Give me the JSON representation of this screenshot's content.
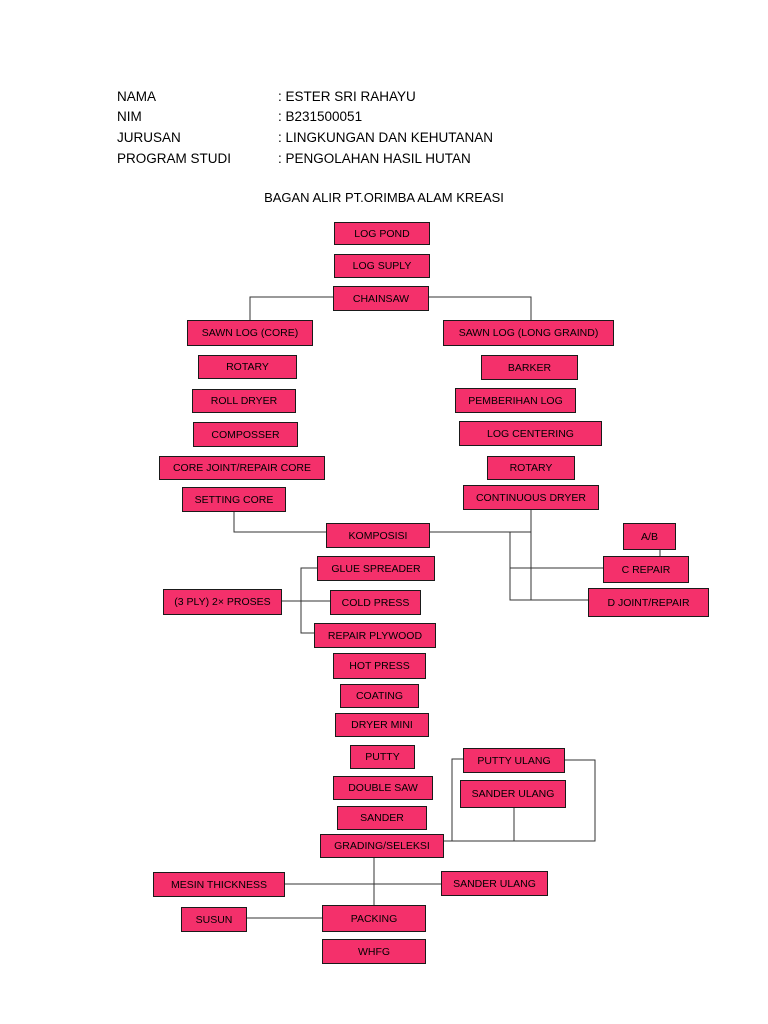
{
  "header": {
    "rows": [
      {
        "label": "NAMA",
        "value": ": ESTER SRI RAHAYU"
      },
      {
        "label": "NIM",
        "value": ": B231500051"
      },
      {
        "label": "JURUSAN",
        "value": ": LINGKUNGAN DAN KEHUTANAN"
      },
      {
        "label": "PROGRAM STUDI",
        "value": ": PENGOLAHAN HASIL HUTAN"
      }
    ],
    "title": "BAGAN ALIR PT.ORIMBA ALAM KREASI"
  },
  "colors": {
    "box_fill": "#f4306b",
    "box_border": "#1a1a1a",
    "line": "#333333"
  },
  "boxes": {
    "log_pond": "LOG POND",
    "log_suply": "LOG SUPLY",
    "chainsaw": "CHAINSAW",
    "sawn_core": "SAWN LOG (CORE)",
    "sawn_long": "SAWN LOG (LONG GRAIND)",
    "rotary_l": "ROTARY",
    "barker": "BARKER",
    "roll_dryer": "ROLL DRYER",
    "pemberihan": "PEMBERIHAN LOG",
    "composser": "COMPOSSER",
    "log_centering": "LOG CENTERING",
    "core_joint": "CORE JOINT/REPAIR CORE",
    "rotary_r": "ROTARY",
    "setting_core": "SETTING CORE",
    "continuous_dryer": "CONTINUOUS DRYER",
    "komposisi": "KOMPOSISI",
    "ab": "A/B",
    "glue_spreader": "GLUE SPREADER",
    "c_repair": "C REPAIR",
    "ply": "(3 PLY) 2× PROSES",
    "cold_press": "COLD PRESS",
    "d_joint": "D JOINT/REPAIR",
    "repair_plywood": "REPAIR PLYWOOD",
    "hot_press": "HOT PRESS",
    "coating": "COATING",
    "dryer_mini": "DRYER MINI",
    "putty": "PUTTY",
    "putty_ulang": "PUTTY ULANG",
    "double_saw": "DOUBLE SAW",
    "sander_ulang_top": "SANDER ULANG",
    "sander": "SANDER",
    "grading": "GRADING/SELEKSI",
    "mesin_thickness": "MESIN THICKNESS",
    "sander_ulang_bottom": "SANDER ULANG",
    "susun": "SUSUN",
    "packing": "PACKING",
    "whfg": "WHFG"
  }
}
